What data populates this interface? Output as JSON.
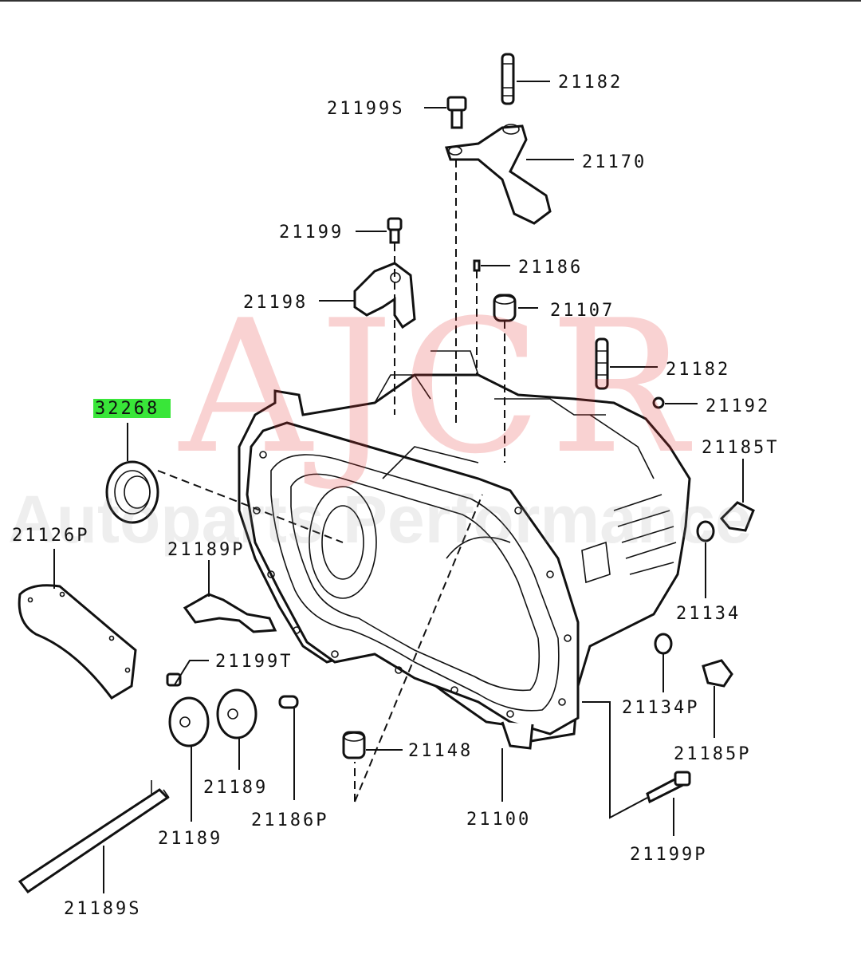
{
  "watermark": {
    "brand": "AJCR",
    "tagline": "Autoparts Performance"
  },
  "highlight_color": "#39e639",
  "watermark_color": "#e53935",
  "parts": [
    {
      "id": "p21182a",
      "label": "21182"
    },
    {
      "id": "p21199s",
      "label": "21199S"
    },
    {
      "id": "p21170",
      "label": "21170"
    },
    {
      "id": "p21199",
      "label": "21199"
    },
    {
      "id": "p21186",
      "label": "21186"
    },
    {
      "id": "p21198",
      "label": "21198"
    },
    {
      "id": "p21107",
      "label": "21107"
    },
    {
      "id": "p21182b",
      "label": "21182"
    },
    {
      "id": "p32268",
      "label": "32268",
      "highlighted": true
    },
    {
      "id": "p21192",
      "label": "21192"
    },
    {
      "id": "p21185t",
      "label": "21185T"
    },
    {
      "id": "p21126p",
      "label": "21126P"
    },
    {
      "id": "p21189p",
      "label": "21189P"
    },
    {
      "id": "p21134",
      "label": "21134"
    },
    {
      "id": "p21199t",
      "label": "21199T"
    },
    {
      "id": "p21134p",
      "label": "21134P"
    },
    {
      "id": "p21148",
      "label": "21148"
    },
    {
      "id": "p21185p",
      "label": "21185P"
    },
    {
      "id": "p21189a",
      "label": "21189"
    },
    {
      "id": "p21186p",
      "label": "21186P"
    },
    {
      "id": "p21100",
      "label": "21100"
    },
    {
      "id": "p21189b",
      "label": "21189"
    },
    {
      "id": "p21199p",
      "label": "21199P"
    },
    {
      "id": "p21189s",
      "label": "21189S"
    }
  ]
}
